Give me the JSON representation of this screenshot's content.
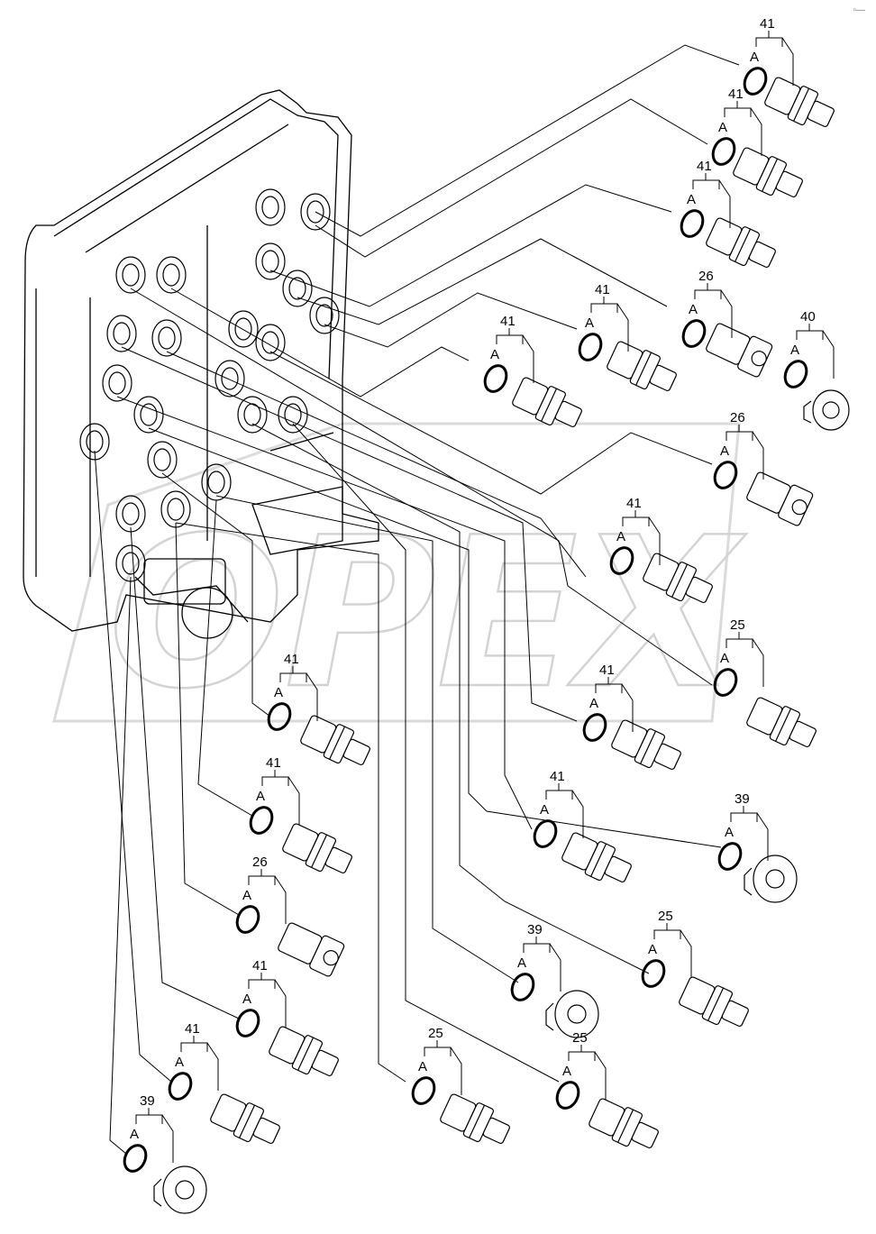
{
  "watermark": "OPEX",
  "corner_mark": "▫—",
  "seal_label": "A",
  "callouts": [
    {
      "part": "41"
    },
    {
      "part": "41"
    },
    {
      "part": "41"
    },
    {
      "part": "26"
    },
    {
      "part": "41"
    },
    {
      "part": "41"
    },
    {
      "part": "40"
    },
    {
      "part": "26"
    },
    {
      "part": "41"
    },
    {
      "part": "25"
    },
    {
      "part": "41"
    },
    {
      "part": "41"
    },
    {
      "part": "41"
    },
    {
      "part": "39"
    },
    {
      "part": "41"
    },
    {
      "part": "26"
    },
    {
      "part": "25"
    },
    {
      "part": "39"
    },
    {
      "part": "41"
    },
    {
      "part": "25"
    },
    {
      "part": "41"
    },
    {
      "part": "25"
    },
    {
      "part": "39"
    }
  ]
}
